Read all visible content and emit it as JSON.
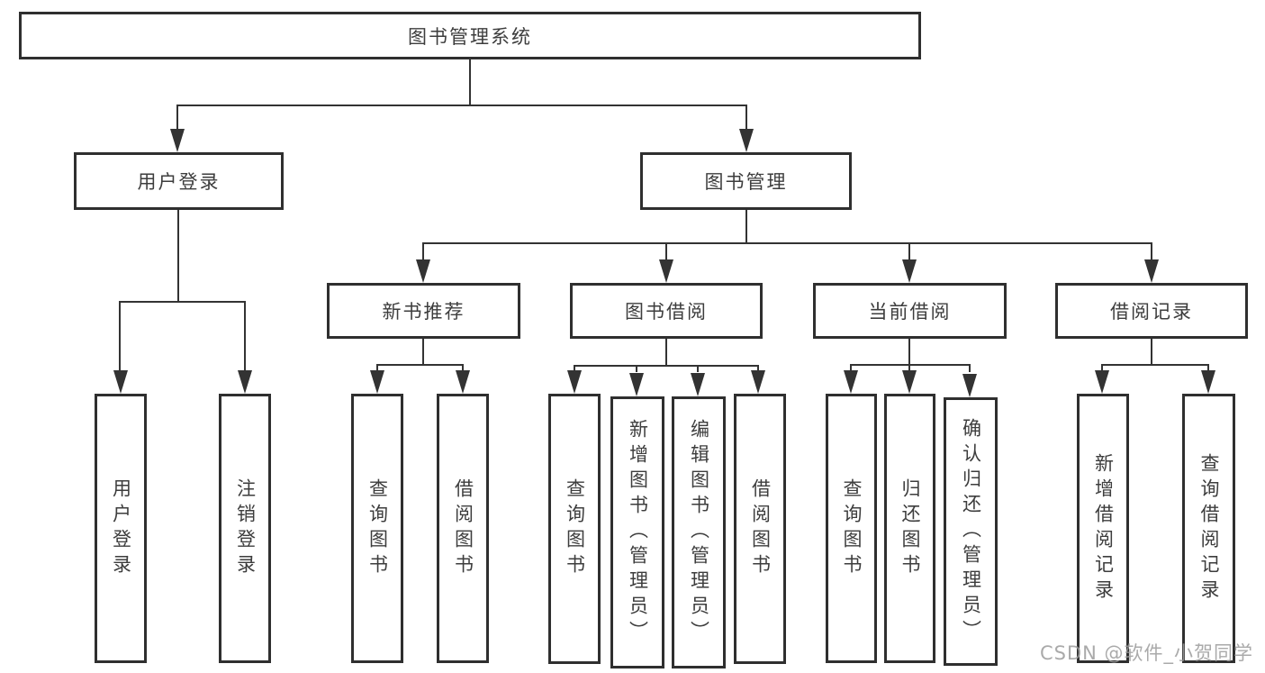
{
  "diagram_title": "图书管理系统",
  "nodes": {
    "root": "图书管理系统",
    "login": "用户登录",
    "mgmt": "图书管理",
    "rec": "新书推荐",
    "borrow": "图书借阅",
    "current": "当前借阅",
    "records": "借阅记录",
    "leaf_login": "用户登录",
    "leaf_logout": "注销登录",
    "rec_query": "查询图书",
    "rec_borrow": "借阅图书",
    "bor_query": "查询图书",
    "bor_add": "新增图书（管理员）",
    "bor_edit": "编辑图书（管理员）",
    "bor_borrow": "借阅图书",
    "cur_query": "查询图书",
    "cur_return": "归还图书",
    "cur_confirm": "确认归还（管理员）",
    "recd_add": "新增借阅记录",
    "recd_query": "查询借阅记录"
  },
  "hierarchy": {
    "图书管理系统": {
      "用户登录": [
        "用户登录",
        "注销登录"
      ],
      "图书管理": {
        "新书推荐": [
          "查询图书",
          "借阅图书"
        ],
        "图书借阅": [
          "查询图书",
          "新增图书（管理员）",
          "编辑图书（管理员）",
          "借阅图书"
        ],
        "当前借阅": [
          "查询图书",
          "归还图书",
          "确认归还（管理员）"
        ],
        "借阅记录": [
          "新增借阅记录",
          "查询借阅记录"
        ]
      }
    }
  },
  "colors": {
    "line": "#333333",
    "border": "#2f2f2f",
    "text": "#3d3d3d",
    "watermark": "#9b9b9b",
    "background": "#ffffff"
  },
  "watermark": "CSDN @软件_小贺同学"
}
